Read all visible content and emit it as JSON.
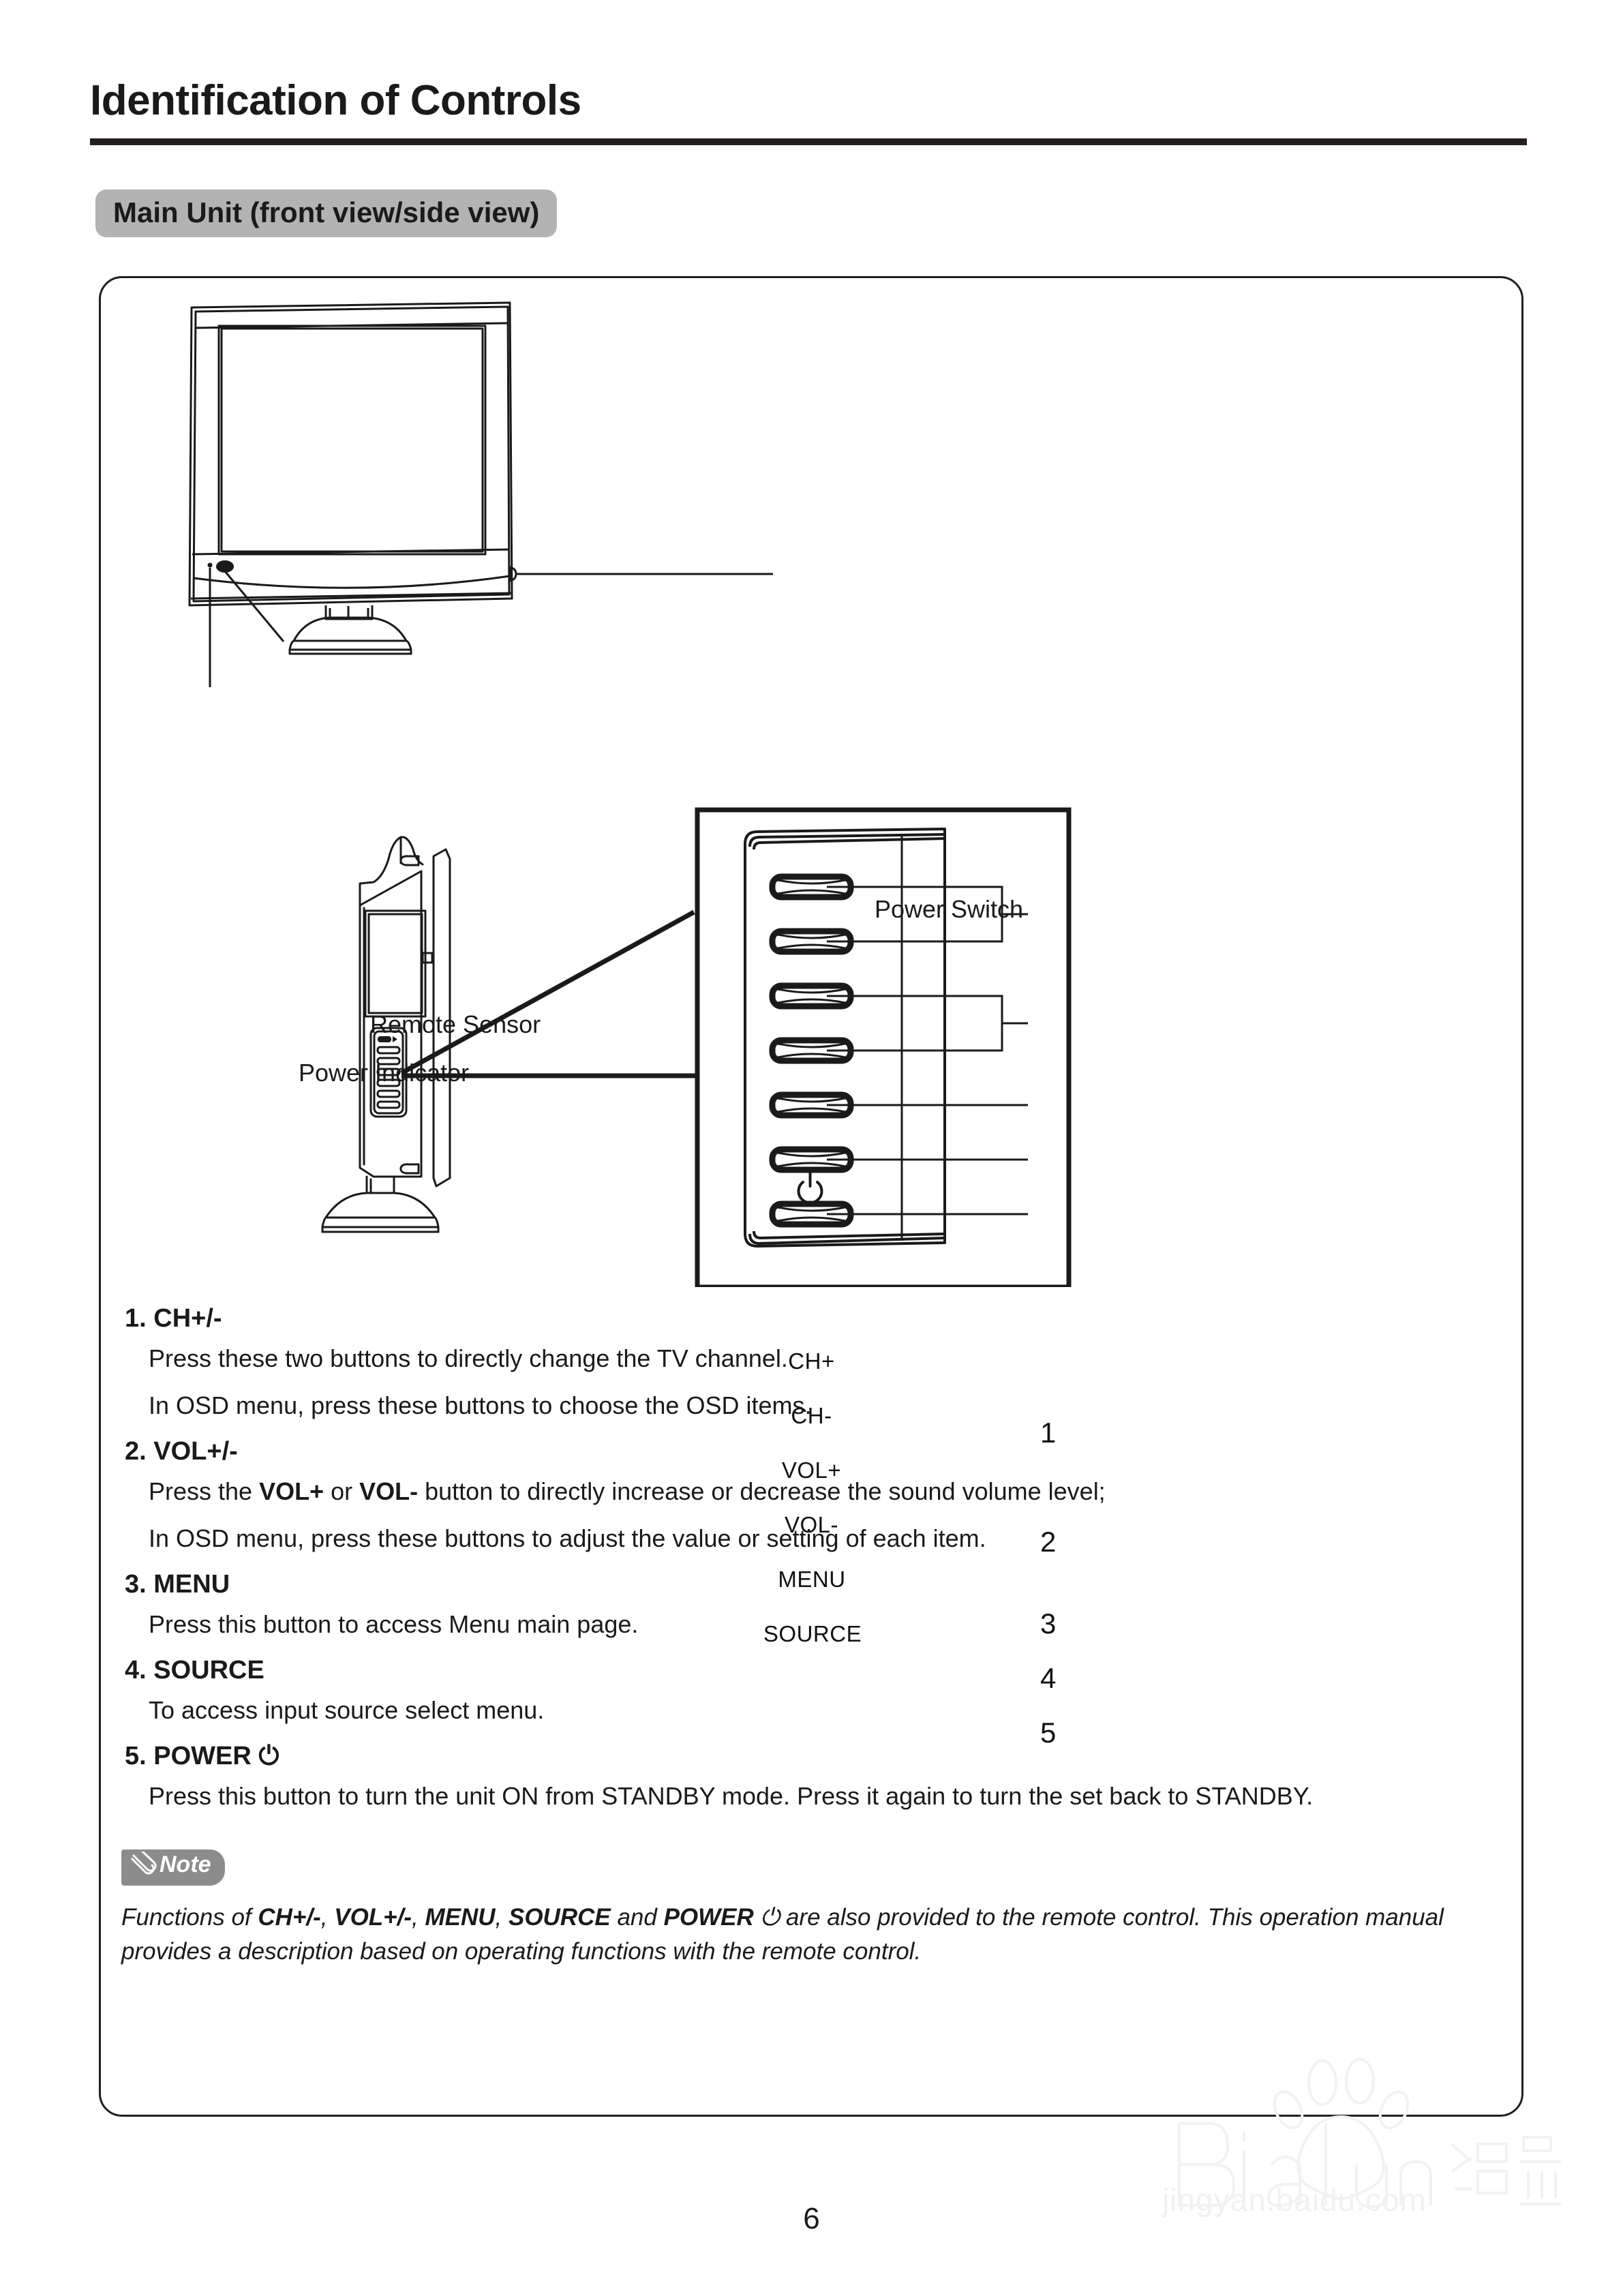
{
  "header": {
    "title": "Identification of Controls",
    "section_chip": "Main Unit (front view/side view)"
  },
  "figure": {
    "front_view_labels": {
      "power_switch": "Power Switch",
      "remote_sensor": "Remote Sensor",
      "power_indicator": "Power Indicator"
    },
    "side_panel_buttons": [
      {
        "label": "CH+",
        "callout": "1"
      },
      {
        "label": "CH-",
        "callout": "1"
      },
      {
        "label": "VOL+",
        "callout": "2"
      },
      {
        "label": "VOL-",
        "callout": "2"
      },
      {
        "label": "MENU",
        "callout": "3"
      },
      {
        "label": "SOURCE",
        "callout": "4"
      },
      {
        "label": "⏻",
        "callout": "5"
      }
    ],
    "callout_numbers": [
      "1",
      "2",
      "3",
      "4",
      "5"
    ]
  },
  "instructions": [
    {
      "number": "1.",
      "title": "CH",
      "suffix": "+/-",
      "lines": [
        "Press these two buttons to directly change the TV channel.",
        "In OSD menu, press these buttons to choose the OSD items."
      ]
    },
    {
      "number": "2.",
      "title": "VOL",
      "suffix": "+/-",
      "lines": [
        "Press the VOL+ or VOL- button to directly increase or decrease the sound volume level;",
        "In OSD menu, press these buttons to adjust the value or setting of each item."
      ]
    },
    {
      "number": "3.",
      "title": "MENU",
      "suffix": "",
      "lines": [
        "Press this button to access Menu main page."
      ]
    },
    {
      "number": "4.",
      "title": "SOURCE",
      "suffix": "",
      "lines": [
        "To access input source select menu."
      ]
    },
    {
      "number": "5.",
      "title": "POWER",
      "suffix": " ⏻",
      "lines": [
        "Press this button to turn the unit ON from STANDBY mode. Press it again to turn the set back to STANDBY."
      ]
    }
  ],
  "note": {
    "badge_label": "Note",
    "line1_pre": "Functions of ",
    "line1_bold1": "CH+/-",
    "line1_mid1": ", ",
    "line1_bold2": "VOL+/-",
    "line1_mid2": ", ",
    "line1_bold3": "MENU",
    "line1_mid3": ", ",
    "line1_bold4": "SOURCE",
    "line1_mid4": " and ",
    "line1_bold5": "POWER",
    "line1_post": " ⏻ are also provided to the remote control. This operation manual provides a description based on operating functions with the remote control."
  },
  "watermark": {
    "brand": "Baidu",
    "suffix": "经验",
    "url": "jingyan.baidu.com"
  },
  "footer": {
    "page_number": "6"
  },
  "colors": {
    "ink": "#1a1a1a",
    "rule": "#231f20",
    "chip_bg": "#b3b3b3",
    "note_bg": "#8c8c8c",
    "watermark": "#f1f1f1"
  }
}
